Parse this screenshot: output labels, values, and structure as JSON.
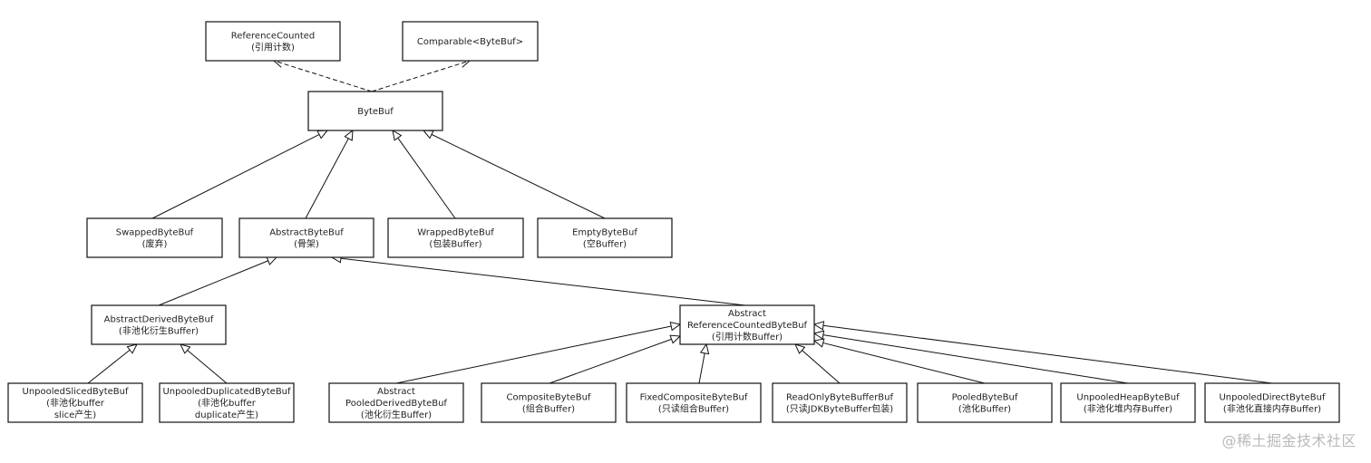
{
  "nodes": [
    {
      "id": "referencecounted",
      "lines": [
        "ReferenceCounted",
        "(引用计数)"
      ]
    },
    {
      "id": "comparable",
      "lines": [
        "Comparable<ByteBuf>"
      ]
    },
    {
      "id": "bytebuf",
      "lines": [
        "ByteBuf"
      ]
    },
    {
      "id": "swappedbytebuf",
      "lines": [
        "SwappedByteBuf",
        "(废弃)"
      ]
    },
    {
      "id": "abstractbytebuf",
      "lines": [
        "AbstractByteBuf",
        "(骨架)"
      ]
    },
    {
      "id": "wrappedbytebuf",
      "lines": [
        "WrappedByteBuf",
        "(包装Buffer)"
      ]
    },
    {
      "id": "emptybytebuf",
      "lines": [
        "EmptyByteBuf",
        "(空Buffer)"
      ]
    },
    {
      "id": "abstractderivedbytebuf",
      "lines": [
        "AbstractDerivedByteBuf",
        "(非池化衍生Buffer)"
      ]
    },
    {
      "id": "abstractreferencecountedbytebuf",
      "lines": [
        "Abstract",
        "ReferenceCountedByteBuf",
        "(引用计数Buffer)"
      ]
    },
    {
      "id": "unpooledslicedbytebuf",
      "lines": [
        "UnpooledSlicedByteBuf",
        "(非池化buffer",
        "slice产生)"
      ]
    },
    {
      "id": "unpooledduplicatedbytebuf",
      "lines": [
        "UnpooledDuplicatedByteBuf",
        "(非池化buffer",
        "duplicate产生)"
      ]
    },
    {
      "id": "abstractpooledderivedbytebuf",
      "lines": [
        "Abstract",
        "PooledDerivedByteBuf",
        "(池化衍生Buffer)"
      ]
    },
    {
      "id": "compositebytebuf",
      "lines": [
        "CompositeByteBuf",
        "(组合Buffer)"
      ]
    },
    {
      "id": "fixedcompositebytebuf",
      "lines": [
        "FixedCompositeByteBuf",
        "(只读组合Buffer)"
      ]
    },
    {
      "id": "readonlybytebufferbuf",
      "lines": [
        "ReadOnlyByteBufferBuf",
        "(只读JDKByteBuffer包装)"
      ]
    },
    {
      "id": "pooledbytebuf",
      "lines": [
        "PooledByteBuf",
        "(池化Buffer)"
      ]
    },
    {
      "id": "unpooledheapbytebuf",
      "lines": [
        "UnpooledHeapByteBuf",
        "(非池化堆内存Buffer)"
      ]
    },
    {
      "id": "unpooleddirectbytebuf",
      "lines": [
        "UnpooledDirectByteBuf",
        "(非池化直接内存Buffer)"
      ]
    }
  ],
  "edges": [
    {
      "from": "bytebuf",
      "to": "referencecounted",
      "kind": "realization"
    },
    {
      "from": "bytebuf",
      "to": "comparable",
      "kind": "realization"
    },
    {
      "from": "swappedbytebuf",
      "to": "bytebuf",
      "kind": "inheritance"
    },
    {
      "from": "abstractbytebuf",
      "to": "bytebuf",
      "kind": "inheritance"
    },
    {
      "from": "wrappedbytebuf",
      "to": "bytebuf",
      "kind": "inheritance"
    },
    {
      "from": "emptybytebuf",
      "to": "bytebuf",
      "kind": "inheritance"
    },
    {
      "from": "abstractderivedbytebuf",
      "to": "abstractbytebuf",
      "kind": "inheritance"
    },
    {
      "from": "abstractreferencecountedbytebuf",
      "to": "abstractbytebuf",
      "kind": "inheritance"
    },
    {
      "from": "unpooledslicedbytebuf",
      "to": "abstractderivedbytebuf",
      "kind": "inheritance"
    },
    {
      "from": "unpooledduplicatedbytebuf",
      "to": "abstractderivedbytebuf",
      "kind": "inheritance"
    },
    {
      "from": "abstractpooledderivedbytebuf",
      "to": "abstractreferencecountedbytebuf",
      "kind": "inheritance"
    },
    {
      "from": "compositebytebuf",
      "to": "abstractreferencecountedbytebuf",
      "kind": "inheritance"
    },
    {
      "from": "fixedcompositebytebuf",
      "to": "abstractreferencecountedbytebuf",
      "kind": "inheritance"
    },
    {
      "from": "readonlybytebufferbuf",
      "to": "abstractreferencecountedbytebuf",
      "kind": "inheritance"
    },
    {
      "from": "pooledbytebuf",
      "to": "abstractreferencecountedbytebuf",
      "kind": "inheritance"
    },
    {
      "from": "unpooledheapbytebuf",
      "to": "abstractreferencecountedbytebuf",
      "kind": "inheritance"
    },
    {
      "from": "unpooleddirectbytebuf",
      "to": "abstractreferencecountedbytebuf",
      "kind": "inheritance"
    }
  ],
  "watermark": "@稀土掘金技术社区"
}
